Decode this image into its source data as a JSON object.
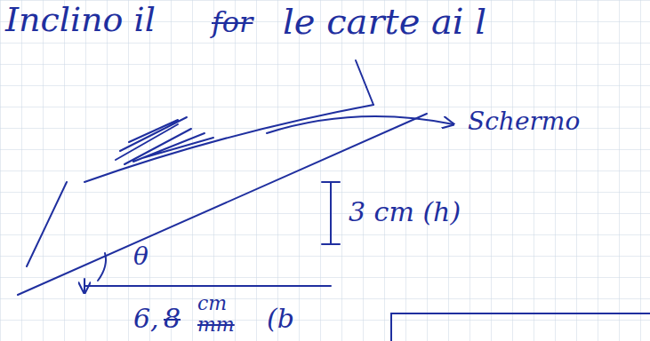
{
  "diagram": {
    "labels": [
      "Inclino il",
      "for",
      "le carte ai l",
      "Schermo",
      "3 cm (h)",
      "θ",
      "6,",
      "8",
      "cm",
      "mm",
      "(b"
    ]
  }
}
